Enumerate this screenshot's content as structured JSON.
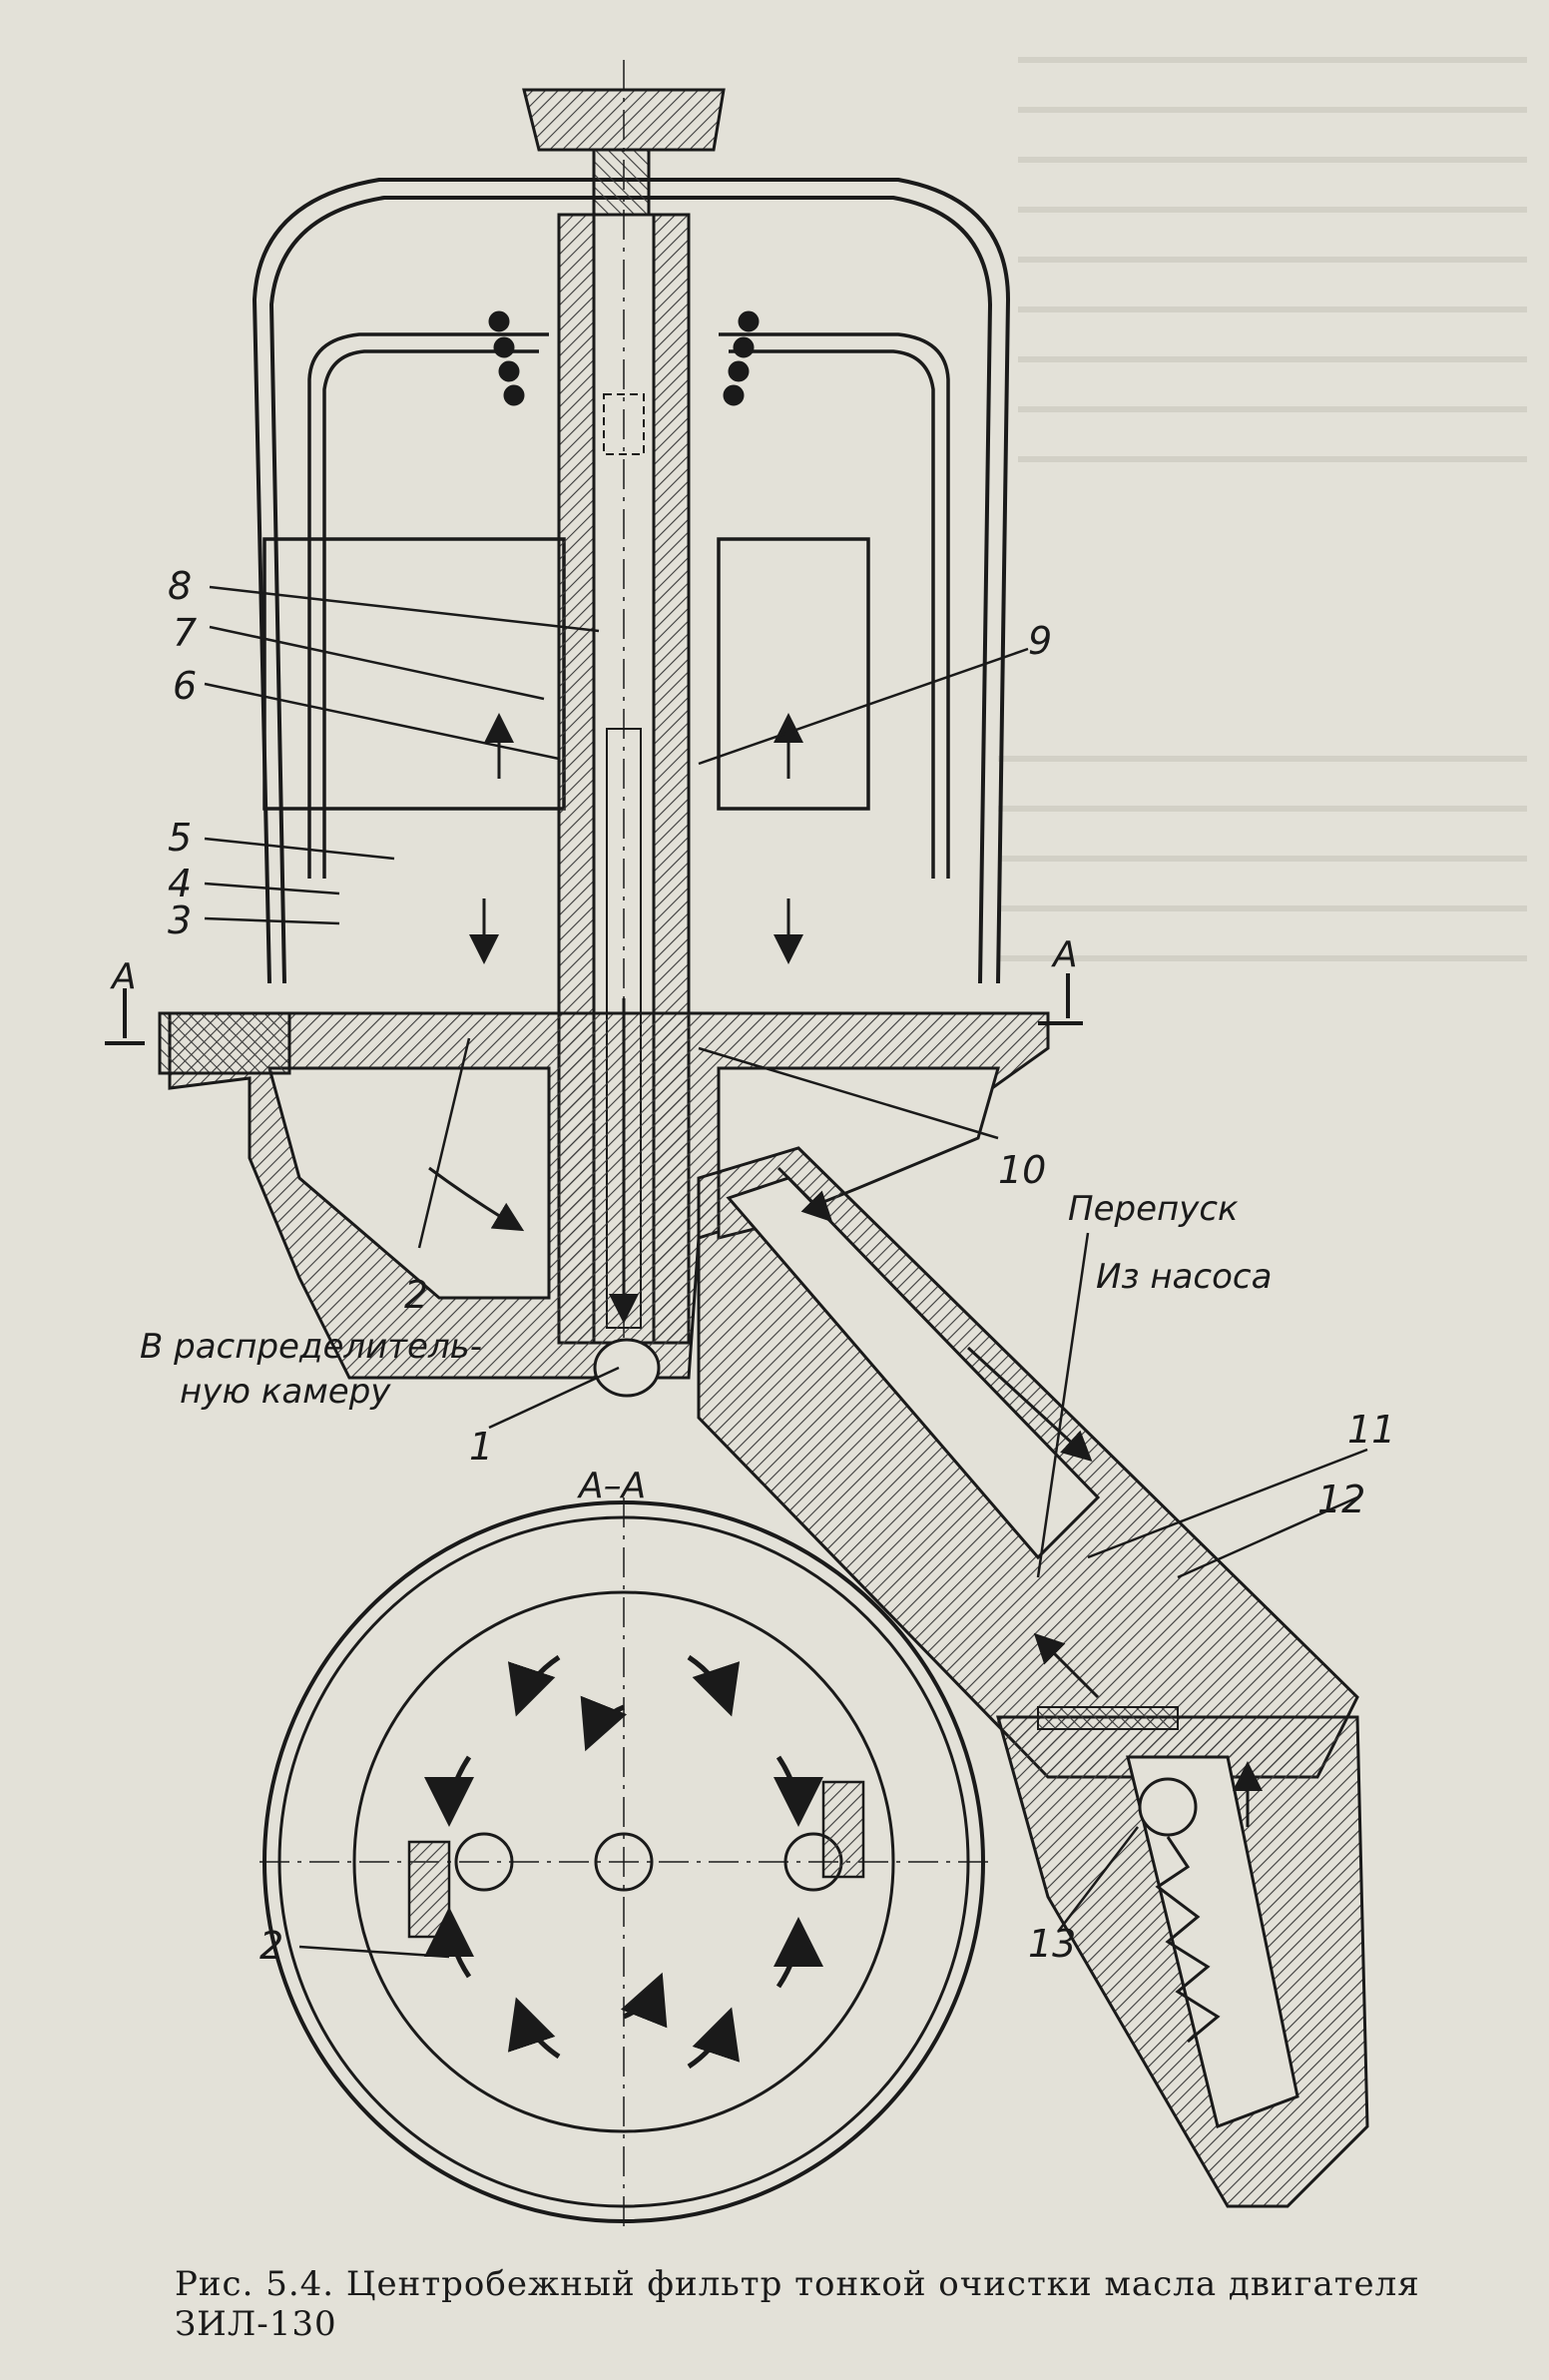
{
  "caption": "Рис. 5.4. Центробежный фильтр тонкой очистки масла двигателя ЗИЛ-130",
  "labels": {
    "n1": "1",
    "n2": "2",
    "n3": "3",
    "n4": "4",
    "n5": "5",
    "n6": "6",
    "n7": "7",
    "n8": "8",
    "n9": "9",
    "n10": "10",
    "n11": "11",
    "n12": "12",
    "n13": "13",
    "n2b": "2",
    "section_left": "А",
    "section_right": "А",
    "section_view": "А–А",
    "bypass": "Перепуск",
    "from_pump": "Из насоса",
    "to_chamber_1": "В распределитель-",
    "to_chamber_2": "ную камеру"
  },
  "colors": {
    "paper": "#e3e1d8",
    "ink": "#1a1a1a",
    "hatch": "#3a3a3a"
  }
}
